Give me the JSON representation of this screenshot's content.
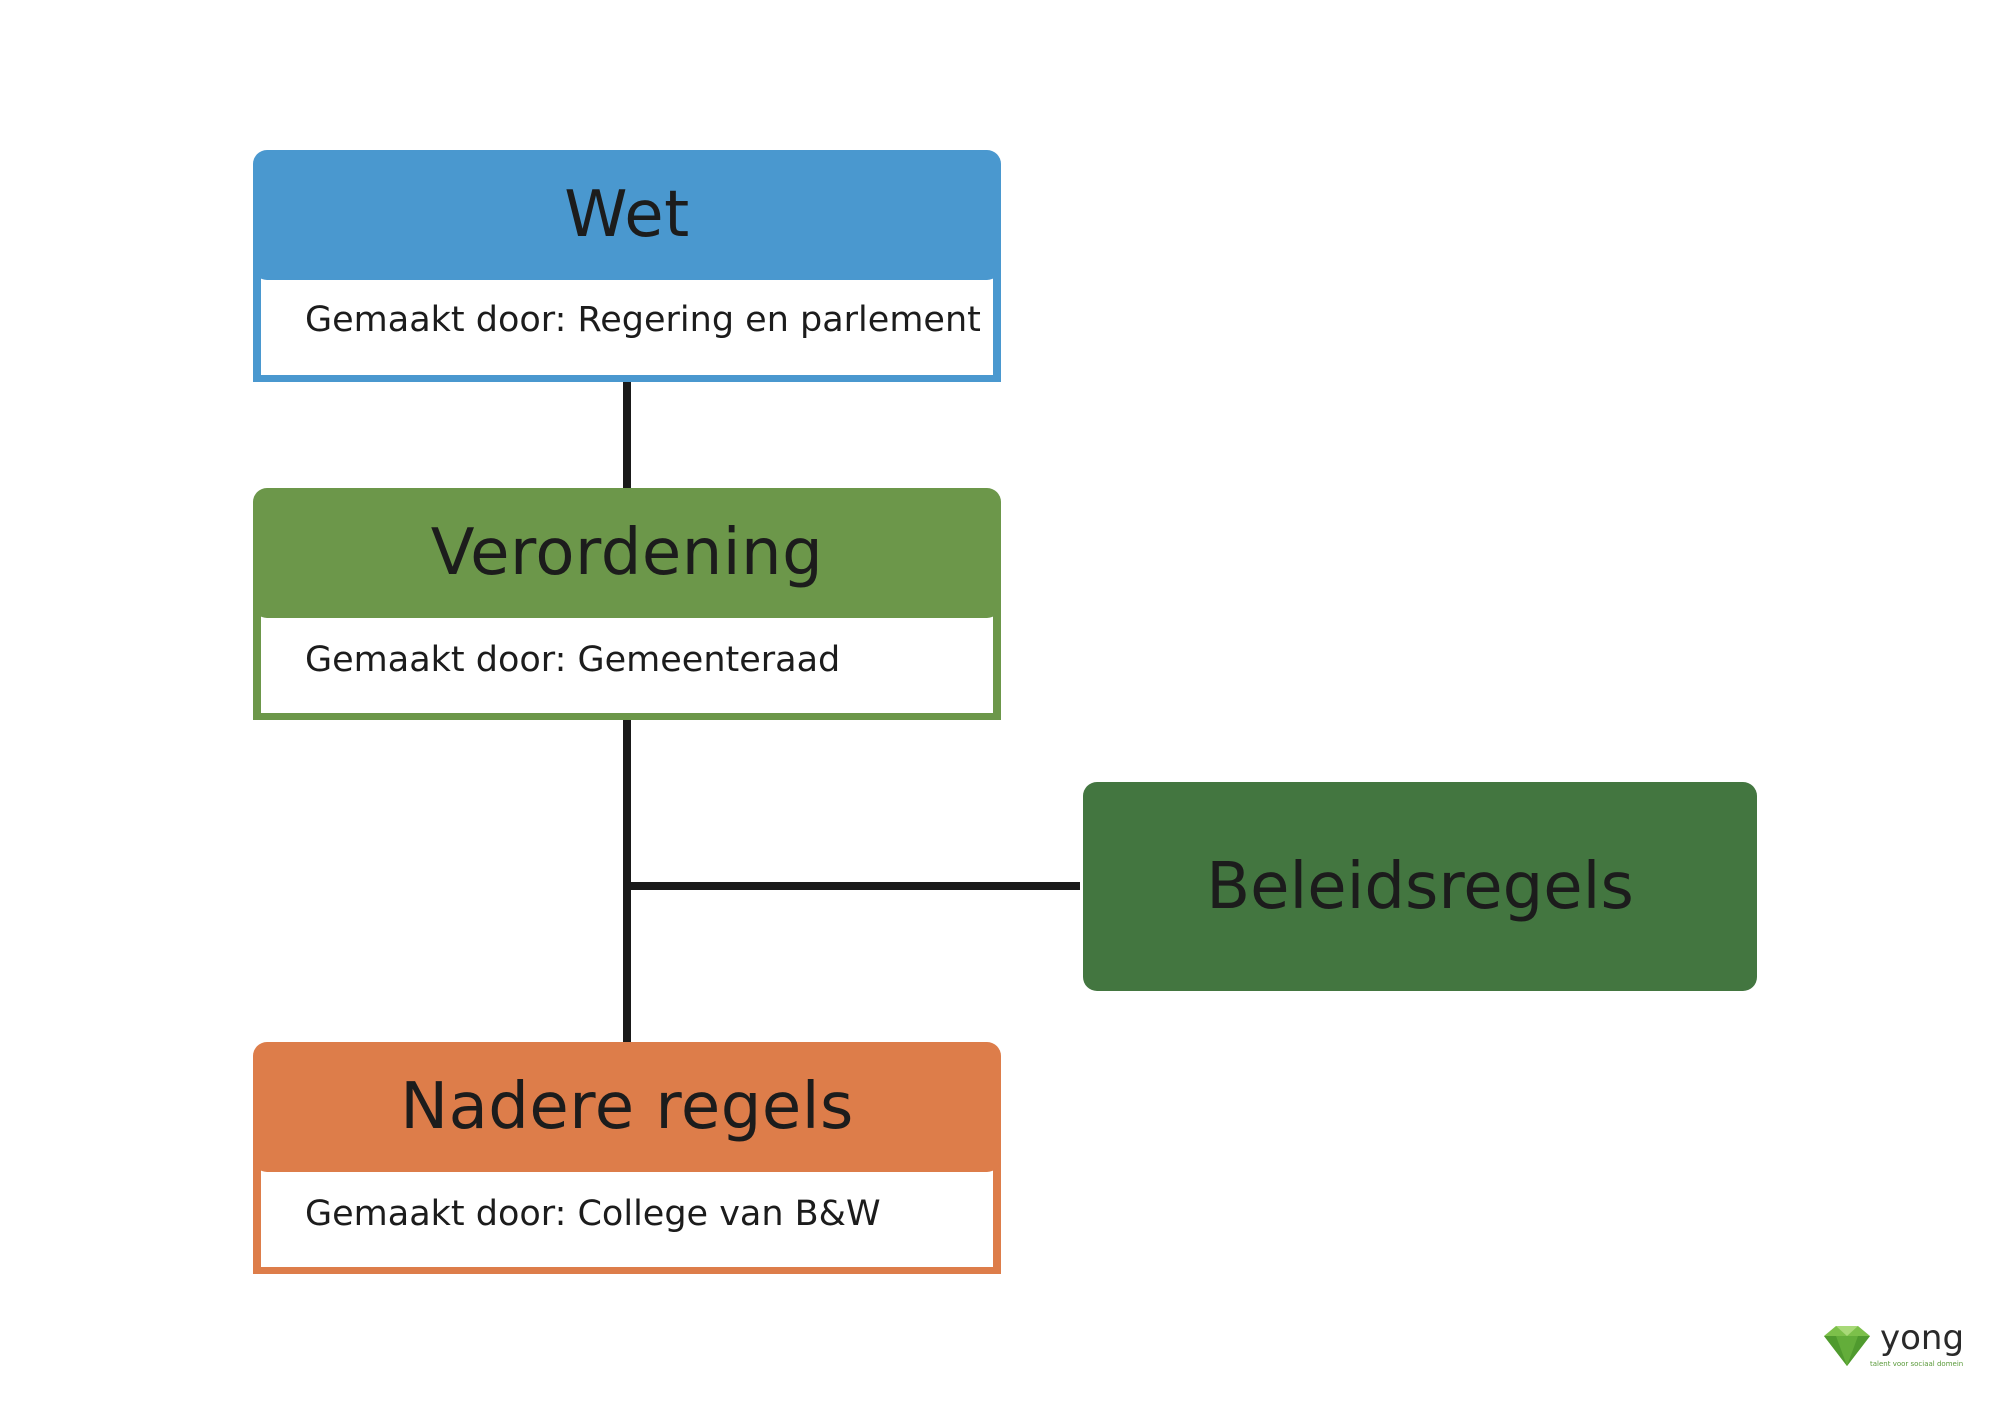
{
  "nodes": [
    {
      "id": "wet",
      "title": "Wet",
      "subtitle": "Gemaakt door: Regering en parlement",
      "color": "#4a98cf"
    },
    {
      "id": "verordening",
      "title": "Verordening",
      "subtitle": "Gemaakt door: Gemeenteraad",
      "color": "#6c974a"
    },
    {
      "id": "beleidsregels",
      "title": "Beleidsregels",
      "color": "#437640"
    },
    {
      "id": "nadere_regels",
      "title": "Nadere regels",
      "subtitle": "Gemaakt door: College van B&W",
      "color": "#dd7d4a"
    }
  ],
  "edges": [
    {
      "from": "Wet",
      "to": "Verordening"
    },
    {
      "from": "Verordening",
      "to": "Beleidsregels"
    },
    {
      "from": "Verordening",
      "to": "Nadere regels"
    }
  ],
  "logo": {
    "name": "yong",
    "tagline": "talent voor sociaal domein"
  }
}
